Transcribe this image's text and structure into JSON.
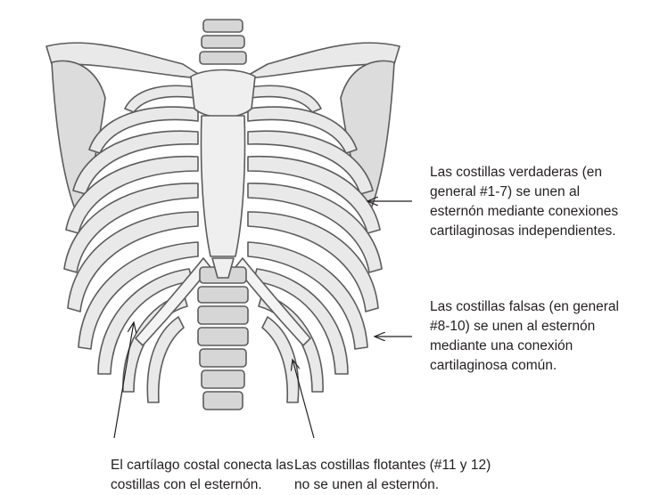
{
  "figure": {
    "illustration": "rib-cage-anatomy-illustration",
    "colors": {
      "bone": "#e9e9e9",
      "bone_outline": "#5c5c5c",
      "shadow": "#8f8f8f",
      "line": "#231f20"
    }
  },
  "labels": {
    "true_ribs": {
      "lines": [
        "Las costillas verdaderas (en",
        "general #1-7) se unen al",
        "esternón mediante conexiones",
        "cartilaginosas independientes."
      ]
    },
    "false_ribs": {
      "lines": [
        "Las costillas falsas (en general",
        "#8-10) se unen al esternón",
        "mediante una conexión",
        "cartilaginosa común."
      ]
    },
    "costal_cartilage": {
      "lines": [
        "El cartílago costal conecta las",
        "costillas con el esternón."
      ]
    },
    "floating_ribs": {
      "lines": [
        "Las costillas flotantes (#11 y 12)",
        "no se unen al esternón."
      ]
    }
  }
}
